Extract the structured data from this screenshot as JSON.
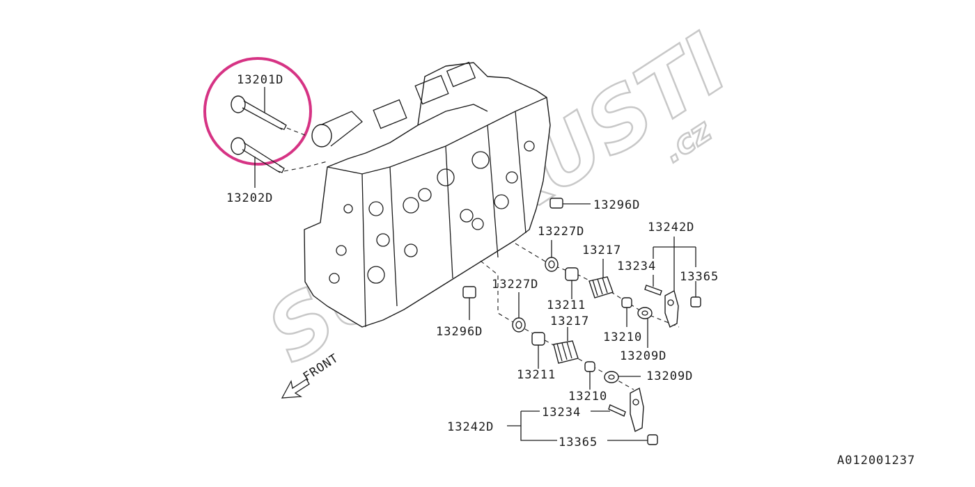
{
  "watermark": {
    "text": "SUBAKUSTI",
    "suffix": ".cz"
  },
  "front_label": "FRONT",
  "ref_code": "A012001237",
  "highlight_color": "#d63384",
  "parts": {
    "p13201D": "13201D",
    "p13202D": "13202D",
    "p13296D_a": "13296D",
    "p13296D_b": "13296D",
    "p13227D_a": "13227D",
    "p13227D_b": "13227D",
    "p13217_a": "13217",
    "p13217_b": "13217",
    "p13211_a": "13211",
    "p13211_b": "13211",
    "p13210_a": "13210",
    "p13210_b": "13210",
    "p13209D_a": "13209D",
    "p13209D_b": "13209D",
    "p13242D_a": "13242D",
    "p13242D_b": "13242D",
    "p13234_a": "13234",
    "p13234_b": "13234",
    "p13365_a": "13365",
    "p13365_b": "13365"
  }
}
